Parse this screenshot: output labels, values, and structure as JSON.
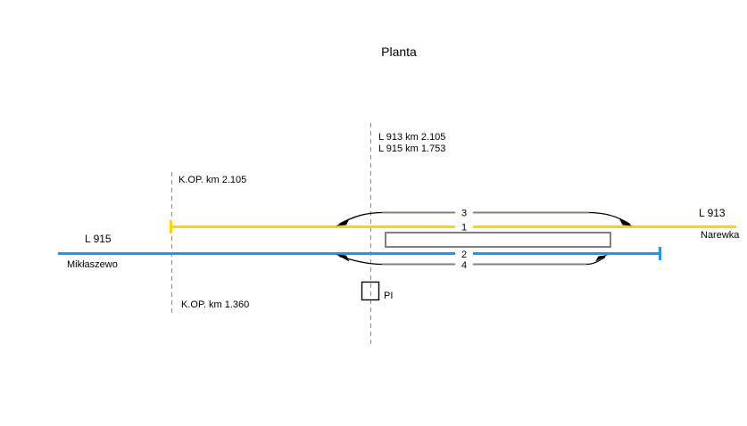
{
  "title": "Planta",
  "colors": {
    "line_913_yellow": "#ffd400",
    "line_915_blue": "#1e96f0",
    "track_gray": "#808080",
    "axis_gray": "#8a8a8a"
  },
  "station_axis": {
    "line1": "L 913  km  2.105",
    "line2": "L 915  km  1.753"
  },
  "kop_markers": {
    "top": "K.OP.  km  2.105",
    "bottom": "K.OP.  km 1.360"
  },
  "line_913": {
    "name": "L 913",
    "direction": "Narewka"
  },
  "line_915": {
    "name": "L 915",
    "direction": "Mikłaszewo"
  },
  "tracks": [
    {
      "number": "3"
    },
    {
      "number": "1"
    },
    {
      "number": "2"
    },
    {
      "number": "4"
    }
  ],
  "pi_marker": {
    "label": "PI"
  }
}
